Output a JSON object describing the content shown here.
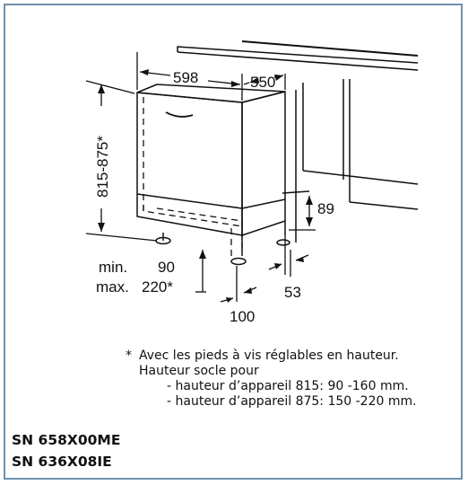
{
  "dimensions": {
    "width": "598",
    "depth": "550",
    "height_range": "815-875*",
    "clearance_89": "89",
    "min_label": "min.",
    "min_value": "90",
    "max_label": "max.",
    "max_value": "220*",
    "offset_53": "53",
    "offset_100": "100"
  },
  "note": {
    "asterisk": "*",
    "line1": "Avec les pieds à vis réglables en hauteur.",
    "line2": "Hauteur socle pour",
    "line3": "- hauteur d’appareil 815: 90 -160 mm.",
    "line4": "- hauteur d’appareil 875: 150 -220 mm."
  },
  "models": [
    "SN 658X00ME",
    "SN 636X08IE"
  ],
  "colors": {
    "frame_border": "#6e90ad",
    "lines": "#111111"
  }
}
